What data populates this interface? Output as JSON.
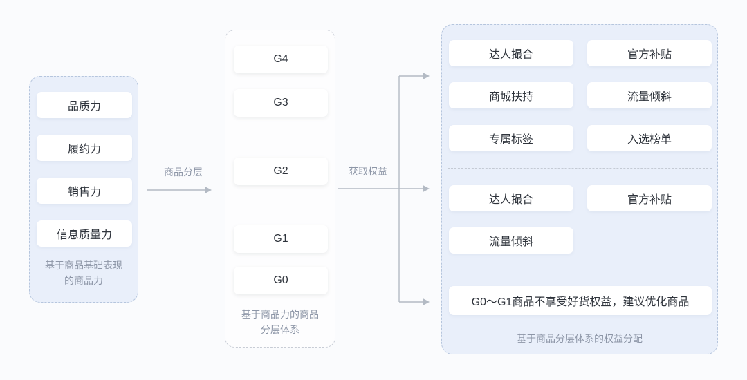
{
  "colors": {
    "page_bg": "#fafbfd",
    "panel_blue_bg": "#e9effa",
    "panel_blue_border": "#b5c5dd",
    "panel_gray_border": "#c7ccd5",
    "card_bg": "#ffffff",
    "text_primary": "#2f343c",
    "text_caption": "#8d96a7",
    "arrow": "#b3bac4"
  },
  "left_panel": {
    "items": [
      "品质力",
      "履约力",
      "销售力",
      "信息质量力"
    ],
    "caption_lines": [
      "基于商品基础表现",
      "的商品力"
    ]
  },
  "arrows": {
    "tiering_label": "商品分层",
    "benefits_label": "获取权益"
  },
  "middle_panel": {
    "tiers_top": [
      "G4",
      "G3"
    ],
    "tiers_mid": [
      "G2"
    ],
    "tiers_bottom": [
      "G1",
      "G0"
    ],
    "caption_lines": [
      "基于商品力的商品",
      "分层体系"
    ]
  },
  "right_panel": {
    "section_top": [
      "达人撮合",
      "官方补贴",
      "商城扶持",
      "流量倾斜",
      "专属标签",
      "入选榜单"
    ],
    "section_mid": [
      "达人撮合",
      "官方补贴",
      "流量倾斜"
    ],
    "note": "G0～G1商品不享受好货权益，建议优化商品",
    "caption": "基于商品分层体系的权益分配"
  }
}
